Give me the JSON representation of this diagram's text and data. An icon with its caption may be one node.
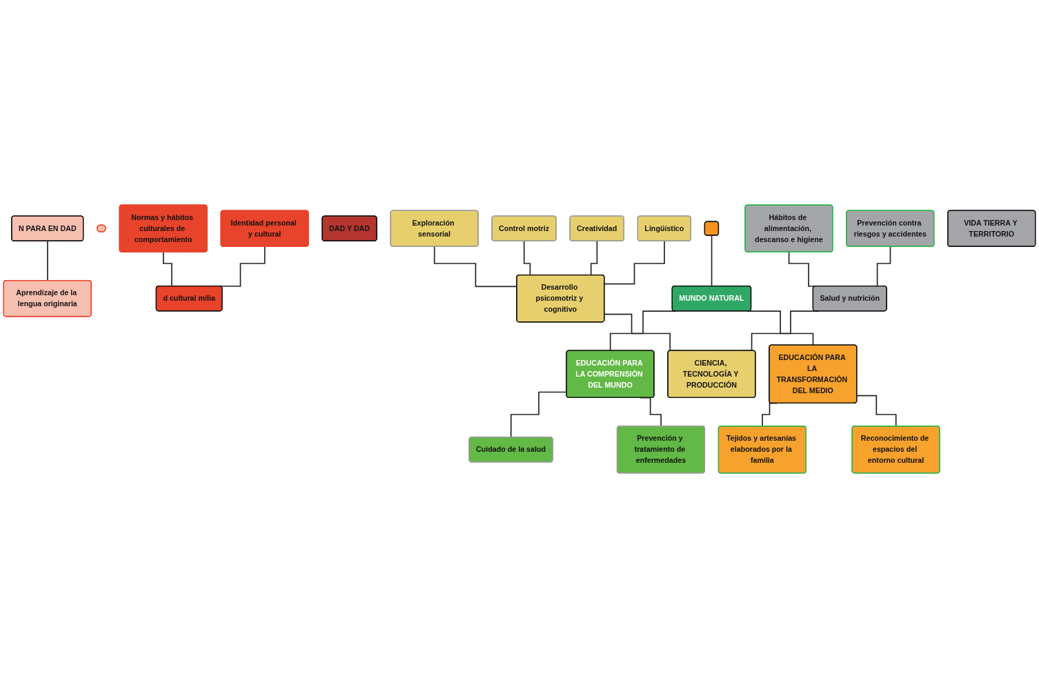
{
  "diagram": {
    "nodes": [
      {
        "text": [],
        "shape": "box"
      },
      {
        "text": [
          "MUNDO NATURAL"
        ]
      },
      {
        "text": [
          "N PARA EN DAD"
        ]
      },
      {
        "text": [
          "EDUCACIÓN PARA LA COMPRENSIÓN DEL MUNDO"
        ]
      },
      {
        "text": [
          "EDUCACIÓN PARA LA TRANSFORMACIÓN DEL MEDIO"
        ]
      },
      {
        "text": [],
        "shape": "bar"
      },
      {
        "text": [
          "Normas y hábitos culturales de comportamiento"
        ]
      },
      {
        "text": [
          "Aprendizaje de la lengua originaria"
        ]
      },
      {
        "text": [
          "Identidad personal y cultural"
        ]
      },
      {
        "text": [
          "Cuidado de la salud"
        ]
      },
      {
        "text": [
          "Exploración sensorial"
        ]
      },
      {
        "text": [
          "Prevención y tratamiento de enfermedades"
        ]
      },
      {
        "text": [
          "Control motriz"
        ]
      },
      {
        "text": [
          "Creatividad"
        ]
      },
      {
        "text": [
          "Lingüístico"
        ]
      },
      {
        "text": [
          "Tejidos y artesanías elaborados por la familia"
        ]
      },
      {
        "text": [
          "Hábitos de alimentación, descanso e higiene"
        ]
      },
      {
        "text": [
          "Reconocimiento de espacios del entorno cultural"
        ]
      },
      {
        "text": [
          "Prevención contra riesgos y accidentes"
        ]
      },
      {
        "text": [
          "d cultural milia"
        ]
      },
      {
        "text": [
          "Desarrollo psicomotriz y cognitivo"
        ]
      },
      {
        "text": [
          "Salud y nutrición"
        ]
      },
      {
        "text": [
          "DAD Y DAD"
        ]
      },
      {
        "text": [
          "CIENCIA, TECNOLOGÍA Y PRODUCCIÓN"
        ]
      },
      {
        "text": [
          "VIDA TIERRA Y TERRITORIO"
        ]
      }
    ],
    "edges": [
      {
        "from": 0,
        "to": 1,
        "arrow": "none"
      },
      {
        "from": 1,
        "to": 3,
        "arrow": "none"
      },
      {
        "from": 1,
        "to": 4,
        "arrow": "none"
      },
      {
        "from": 2,
        "to": 7,
        "arrow": "none"
      },
      {
        "from": 3,
        "to": 9,
        "arrow": "none"
      },
      {
        "from": 3,
        "to": 11,
        "arrow": "none"
      },
      {
        "from": 4,
        "to": 15,
        "arrow": "none"
      },
      {
        "from": 4,
        "to": 17,
        "arrow": "none"
      },
      {
        "from": 6,
        "to": 19,
        "arrow": "none"
      },
      {
        "from": 8,
        "to": 19,
        "arrow": "none"
      },
      {
        "from": 10,
        "to": 20,
        "arrow": "none"
      },
      {
        "from": 12,
        "to": 20,
        "arrow": "none"
      },
      {
        "from": 13,
        "to": 20,
        "arrow": "none"
      },
      {
        "from": 14,
        "to": 20,
        "arrow": "none"
      },
      {
        "from": 16,
        "to": 21,
        "arrow": "none"
      },
      {
        "from": 18,
        "to": 21,
        "arrow": "none"
      },
      {
        "from": 20,
        "to": 23,
        "arrow": "none"
      },
      {
        "from": 21,
        "to": 23,
        "arrow": "none"
      }
    ]
  }
}
